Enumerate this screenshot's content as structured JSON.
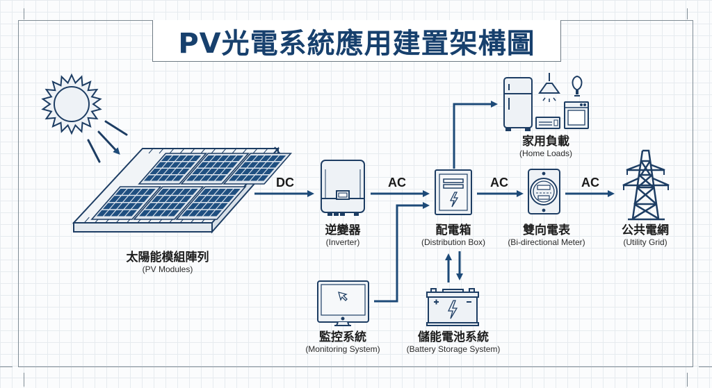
{
  "title": "PV光電系統應用建置架構圖",
  "colors": {
    "primary": "#17406d",
    "stroke": "#1d3d63",
    "panel_cell": "#1f4f80",
    "icon_fill": "#eef2f6",
    "frame": "#7f8c95"
  },
  "nodes": {
    "pv_modules": {
      "zh": "太陽能模組陣列",
      "en": "(PV Modules)",
      "icon": "solar-panel-icon"
    },
    "inverter": {
      "zh": "逆變器",
      "en": "(Inverter)",
      "icon": "inverter-icon"
    },
    "distribution_box": {
      "zh": "配電箱",
      "en": "(Distribution Box)",
      "icon": "distribution-box-icon"
    },
    "home_loads": {
      "zh": "家用負載",
      "en": "(Home Loads)",
      "icon": "home-appliances-icon"
    },
    "meter": {
      "zh": "雙向電表",
      "en": "(Bi-directional Meter)",
      "icon": "electric-meter-icon"
    },
    "grid": {
      "zh": "公共電網",
      "en": "(Utility Grid)",
      "icon": "transmission-tower-icon"
    },
    "monitoring": {
      "zh": "監控系統",
      "en": "(Monitoring System)",
      "icon": "monitor-icon"
    },
    "battery": {
      "zh": "儲能電池系統",
      "en": "(Battery Storage System)",
      "icon": "battery-icon"
    },
    "sun": {
      "icon": "sun-icon"
    }
  },
  "flows": [
    {
      "from": "pv_modules",
      "to": "inverter",
      "label": "DC"
    },
    {
      "from": "inverter",
      "to": "distribution_box",
      "label": "AC"
    },
    {
      "from": "distribution_box",
      "to": "meter",
      "label": "AC"
    },
    {
      "from": "meter",
      "to": "grid",
      "label": "AC"
    },
    {
      "from": "distribution_box",
      "to": "home_loads",
      "label": ""
    },
    {
      "from": "monitoring",
      "to": "distribution_box",
      "label": ""
    },
    {
      "from": "distribution_box",
      "to": "battery",
      "label": "",
      "bidirectional": true
    }
  ]
}
